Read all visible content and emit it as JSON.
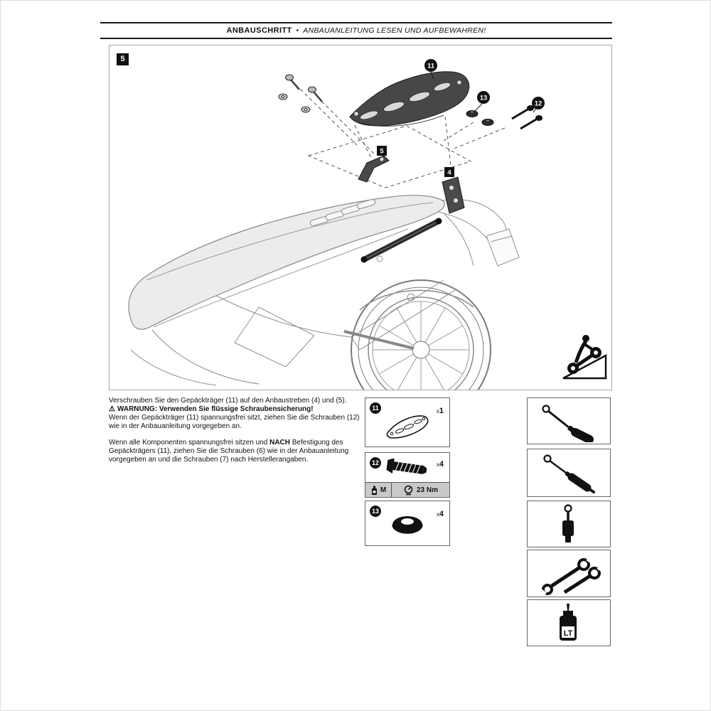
{
  "header": {
    "title": "ANBAUSCHRITT",
    "separator": "•",
    "subtitle": "ANBAUANLEITUNG LESEN UND AUFBEWAHREN!"
  },
  "figure": {
    "step_badge": "5",
    "callouts": {
      "rack": "11",
      "washers": "13",
      "screws": "12",
      "bracket_left": "5",
      "bracket_right": "4"
    }
  },
  "instructions": {
    "line1": "Verschrauben Sie den Gepäckträger (11) auf den Anbaustreben (4) und (5).",
    "warning_icon": "⚠",
    "warning": "WARNUNG: Verwenden Sie flüssige Schraubensicherung!",
    "line3": "Wenn der Gepäckträger (11) spannungsfrei sitzt, ziehen Sie die Schrauben (12) wie in der Anbauanleitung vorgegeben an.",
    "para2_before": "Wenn alle Komponenten spannungsfrei sitzen und ",
    "para2_bold": "NACH",
    "para2_after": " Befestigung des Gepäckträgers (11), ziehen Sie die Schrauben (6) wie in der Anbauanleitung vorgegeben an und die Schrauben (7) nach Herstellerangaben."
  },
  "parts": {
    "item11": {
      "id": "11",
      "qty_x": "x",
      "qty": "1"
    },
    "item12": {
      "id": "12",
      "qty_x": "x",
      "qty": "4",
      "material": "M",
      "torque": "23 Nm"
    },
    "item13": {
      "id": "13",
      "qty_x": "x",
      "qty": "4"
    }
  },
  "tools": {
    "threadlocker_label": "LT"
  },
  "icons": {
    "warning": "warning-triangle-icon",
    "tool1": "ball-end-screwdriver-icon",
    "tool2": "torque-screwdriver-icon",
    "tool3": "socket-extension-icon",
    "tool4": "open-end-wrenches-icon",
    "tool5": "threadlocker-bottle-icon",
    "rider": "motorcycle-rider-icon"
  }
}
